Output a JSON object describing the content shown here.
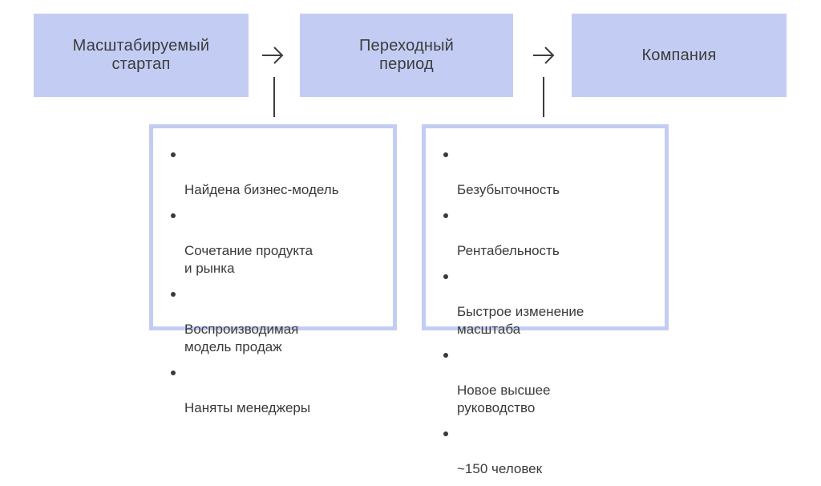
{
  "colors": {
    "box_fill": "#c3cdf4",
    "box_border": "#c3cdf4",
    "text": "#3a3a3a",
    "connector": "#3c3c3c"
  },
  "icons": [
    "right-arrow-icon",
    "bullet-icon"
  ],
  "stages": [
    {
      "label": "Масштабируемый\nстартап"
    },
    {
      "label": "Переходный\nпериод"
    },
    {
      "label": "Компания"
    }
  ],
  "details": [
    {
      "items": [
        "Найдена бизнес-модель",
        "Сочетание продукта\nи рынка",
        "Воспроизводимая\nмодель продаж",
        "Наняты менеджеры"
      ]
    },
    {
      "items": [
        "Безубыточность",
        "Рентабельность",
        "Быстрое изменение\nмасштаба",
        "Новое высшее\nруководство",
        "~150 человек"
      ]
    }
  ]
}
